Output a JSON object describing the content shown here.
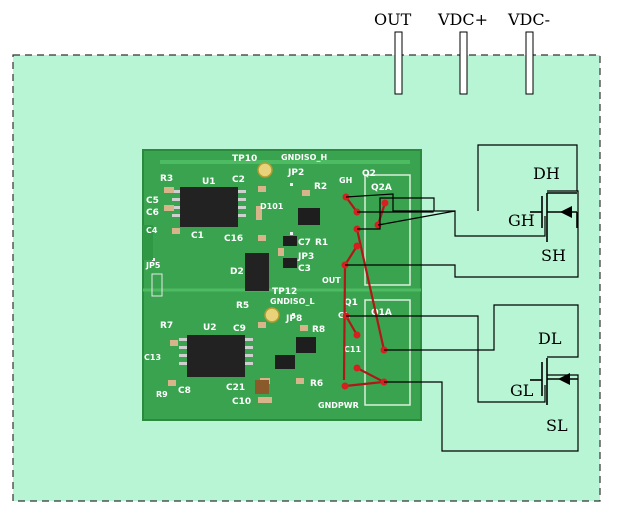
{
  "terminals": {
    "out": "OUT",
    "vdc_plus": "VDC+",
    "vdc_minus": "VDC-"
  },
  "high_side": {
    "drain": "DH",
    "gate": "GH",
    "source": "SH"
  },
  "low_side": {
    "drain": "DL",
    "gate": "GL",
    "source": "SL"
  },
  "board_silkscreen": {
    "tp10": "TP10",
    "gndiso_h": "GNDISO_H",
    "tp12": "TP12",
    "gndiso_l": "GNDISO_L",
    "u1": "U1",
    "u2": "U2",
    "r3": "R3",
    "c5": "C5",
    "c6": "C6",
    "c1": "C1",
    "c2": "C2",
    "jp2": "JP2",
    "r2": "R2",
    "gh": "GH",
    "q2": "Q2",
    "q2a": "Q2A",
    "c16": "C16",
    "c7": "C7",
    "r1": "R1",
    "jp3": "JP3",
    "c3": "C3",
    "out": "OUT",
    "d2": "D2",
    "r5": "R5",
    "jp5": "JP5",
    "q1": "Q1",
    "gl": "GL",
    "q1a": "Q1A",
    "r7": "R7",
    "c9": "C9",
    "jp8": "JP8",
    "r8": "R8",
    "c11": "C11",
    "c8": "C8",
    "r9": "R9",
    "c21": "C21",
    "c10": "C10",
    "r6": "R6",
    "gndpwr": "GNDPWR",
    "d101": "D101",
    "c4": "C4",
    "c13": "C13"
  },
  "colors": {
    "background": "#b8f5d4",
    "pcb": "#3aa34f",
    "wire_red": "#b01818",
    "wire_black": "#000000"
  }
}
